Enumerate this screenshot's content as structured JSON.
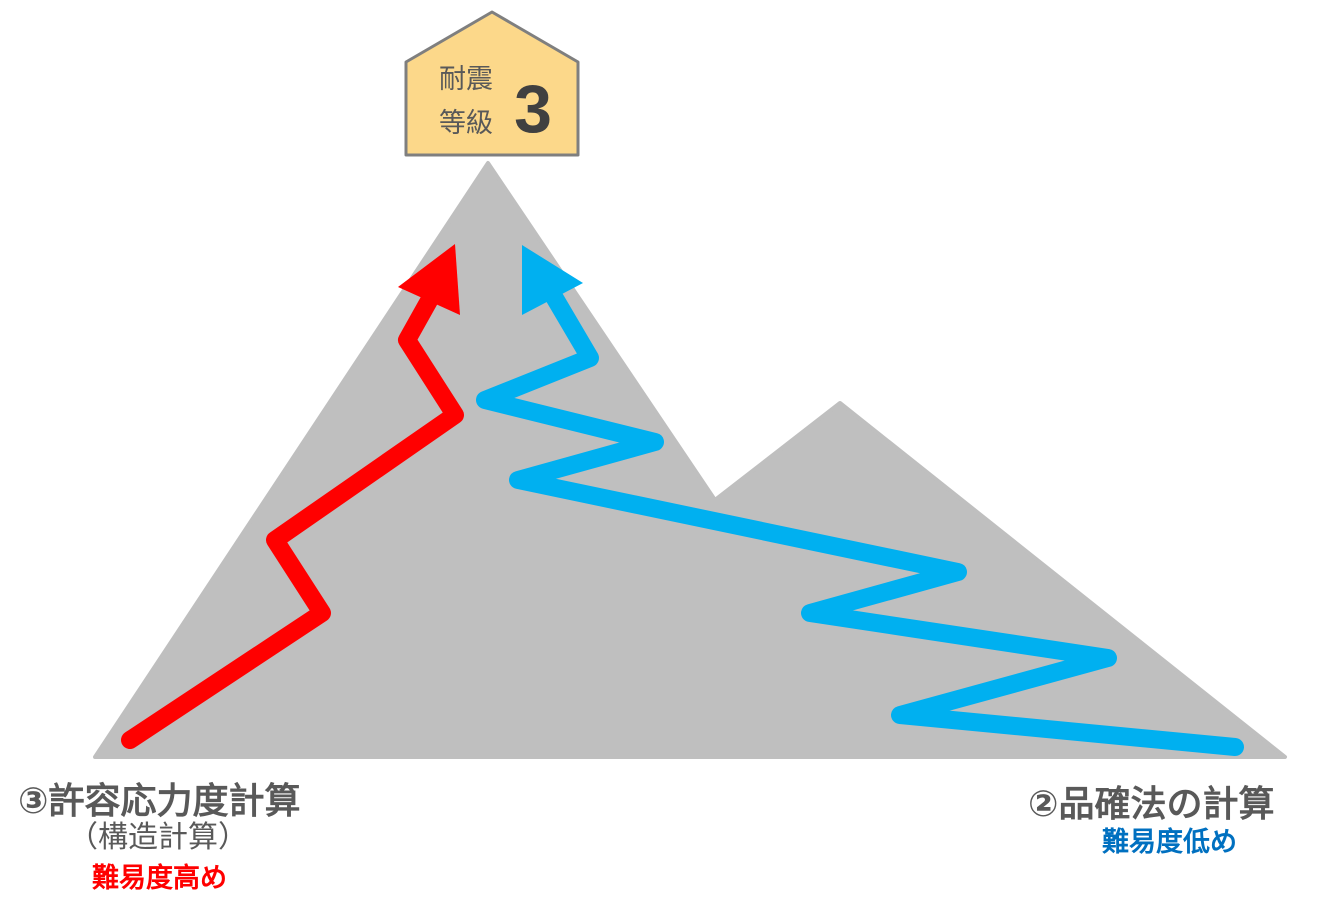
{
  "badge": {
    "line1": "耐震",
    "line2": "等級",
    "grade": "3"
  },
  "left_route": {
    "method": "③許容応力度計算",
    "sub": "（構造計算）",
    "difficulty": "難易度高め"
  },
  "right_route": {
    "method": "②品確法の計算",
    "difficulty": "難易度低め"
  },
  "colors": {
    "mountain": "#bfbfbf",
    "left_route": "#ff0000",
    "right_route": "#00b0f0",
    "badge_fill": "#fcd88a",
    "badge_stroke": "#7f7f7f",
    "text_gray": "#595959",
    "left_difficulty": "#ff0000",
    "right_difficulty": "#0070c0"
  }
}
